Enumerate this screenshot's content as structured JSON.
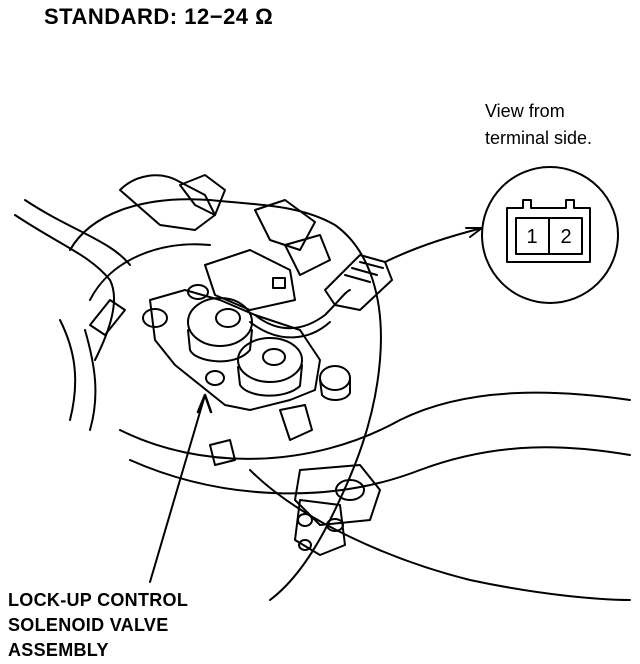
{
  "header": {
    "standard_text": "STANDARD: 12−24 Ω"
  },
  "view_note": {
    "line1": "View from",
    "line2": "terminal side."
  },
  "connector": {
    "pin1": "1",
    "pin2": "2"
  },
  "callout": {
    "line1": "LOCK-UP CONTROL",
    "line2": "SOLENOID VALVE",
    "line3": "ASSEMBLY"
  }
}
